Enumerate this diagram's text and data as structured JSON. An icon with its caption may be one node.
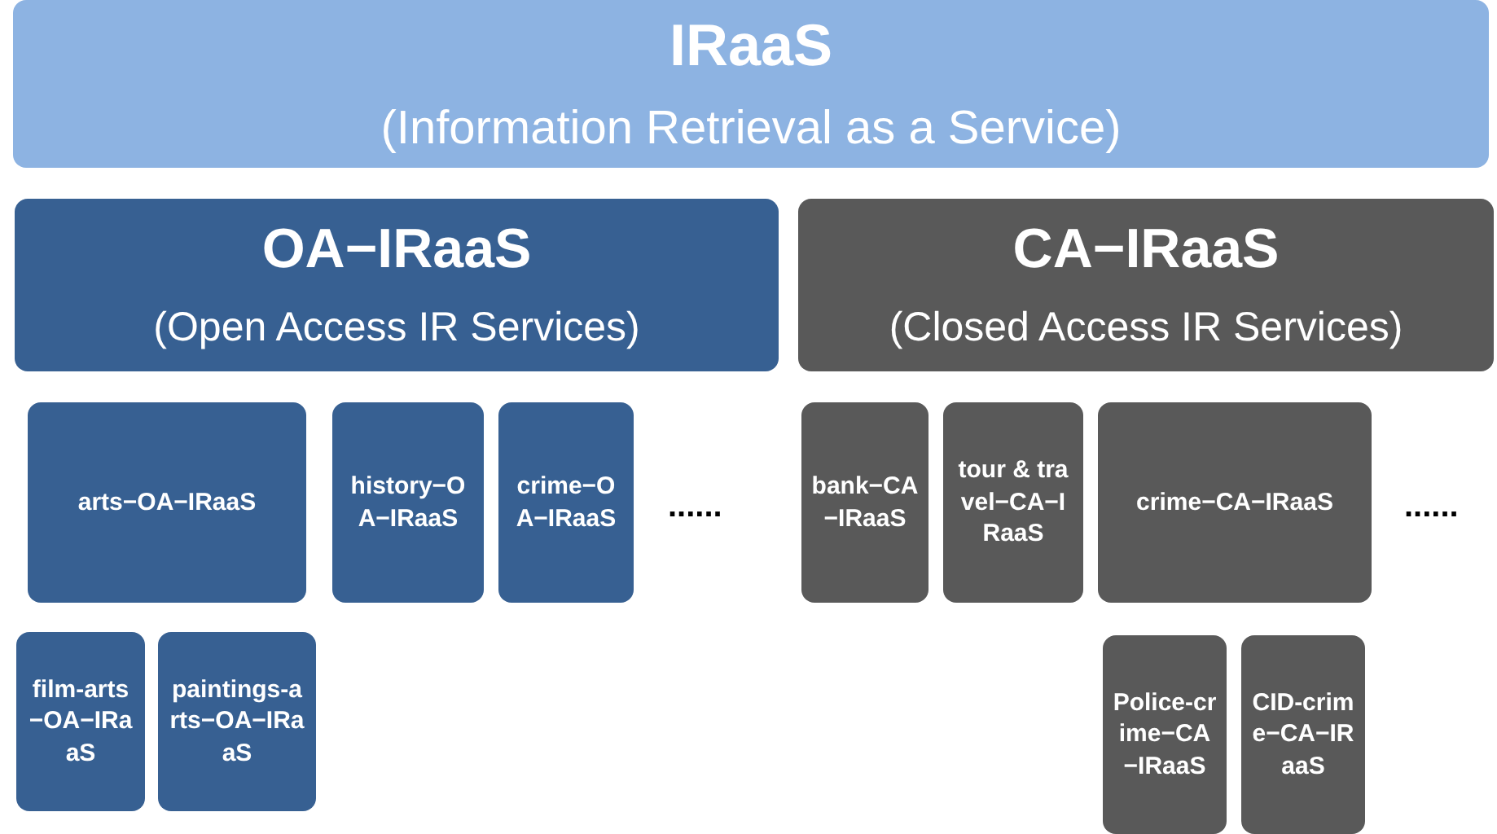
{
  "diagram": {
    "nodes": [
      {
        "text": [
          "IRaaS",
          "(Information Retrieval as a Service)"
        ]
      },
      {
        "text": [
          "OA−IRaaS",
          "(Open Access IR Services)"
        ]
      },
      {
        "text": [
          "CA−IRaaS",
          "(Closed Access IR Services)"
        ]
      },
      {
        "text": [
          "arts−OA−IRaaS"
        ]
      },
      {
        "text": [
          "history−OA−IRaaS"
        ]
      },
      {
        "text": [
          "crime−OA−IRaaS"
        ]
      },
      {
        "text": [
          "bank−CA−IRaaS"
        ]
      },
      {
        "text": [
          "tour & travel−CA−IRaaS"
        ]
      },
      {
        "text": [
          "crime−CA−IRaaS"
        ]
      },
      {
        "text": [
          "film-arts−OA−IRaaS"
        ]
      },
      {
        "text": [
          "paintings-arts−OA−IRaaS"
        ]
      },
      {
        "text": [
          "Police-crime−CA−IRaaS"
        ]
      },
      {
        "text": [
          "CID-crime−CA−IRaaS"
        ]
      }
    ],
    "labels": [
      "......",
      "......"
    ]
  }
}
